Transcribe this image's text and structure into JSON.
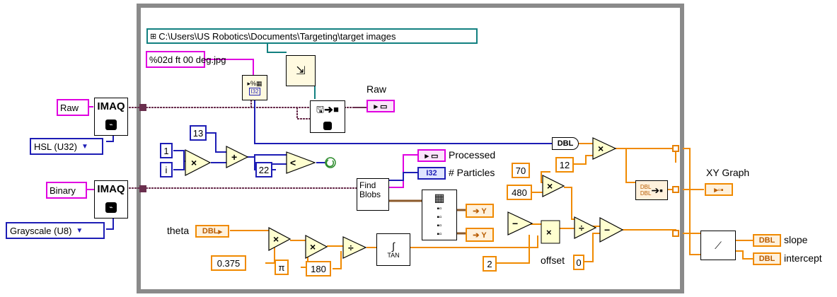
{
  "constants": {
    "path": "C:\\Users\\US Robotics\\Documents\\Targeting\\target images",
    "format": "%02d ft 00 deg.jpg",
    "raw_name": "Raw",
    "binary_name": "Binary",
    "hsl_type": "HSL (U32)",
    "gray_type": "Grayscale (U8)",
    "c1": "1",
    "ci": "i",
    "c13": "13",
    "c22": "22",
    "c12": "12",
    "c70": "70",
    "c480": "480",
    "c0375": "0.375",
    "cpi": "π",
    "c180": "180",
    "c2": "2",
    "c0": "0"
  },
  "labels": {
    "raw": "Raw",
    "processed": "Processed",
    "particles": "# Particles",
    "xy_graph": "XY Graph",
    "theta": "theta",
    "offset": "offset",
    "slope": "slope",
    "intercept": "intercept"
  },
  "nodes": {
    "imaq": "IMAQ",
    "find_blobs": "Find\nBlobs",
    "dbl": "DBL",
    "i32": "I32",
    "tan": "TAN"
  },
  "colors": {
    "string": "#e000e0",
    "path": "#128080",
    "integer": "#1d1db5",
    "float": "#f08a00",
    "image": "#6a2f4e",
    "cluster": "#8b5a2b",
    "loop": "#8a8a8a"
  }
}
